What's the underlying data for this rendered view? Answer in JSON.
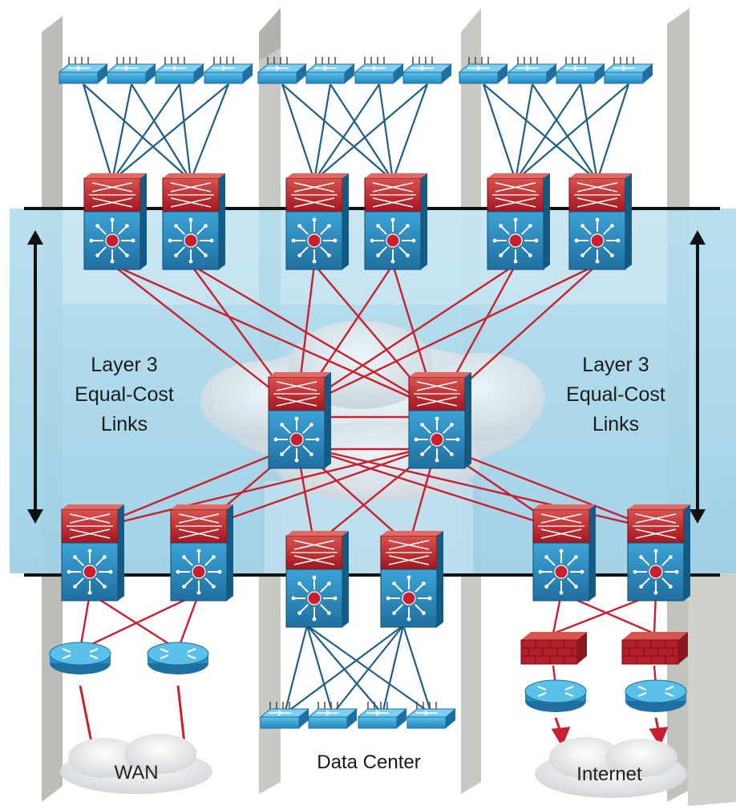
{
  "labels": {
    "left_side": [
      "Layer 3",
      "Equal-Cost",
      "Links"
    ],
    "right_side": [
      "Layer 3",
      "Equal-Cost",
      "Links"
    ],
    "wan": "WAN",
    "data_center": "Data Center",
    "internet": "Internet"
  },
  "colors": {
    "band": "#a9d7ea",
    "link_red": "#c8202f",
    "link_blue": "#1e5f86",
    "switch_blue": "#2a8fc4",
    "switch_red": "#b41f2a",
    "column": "#ffffff",
    "column_shadow": "#c7c7c2"
  },
  "icons": {
    "access_switch": "workgroup-switch-icon",
    "multilayer_switch": "layer3-switch-icon",
    "router": "router-icon",
    "firewall": "firewall-icon",
    "cloud": "cloud-icon"
  }
}
